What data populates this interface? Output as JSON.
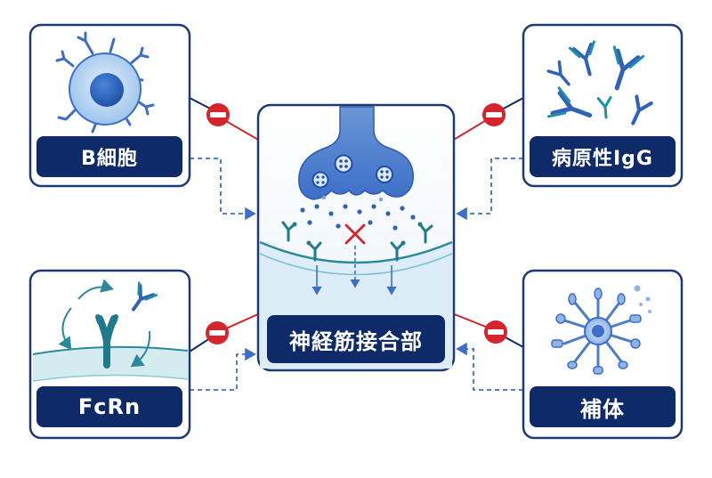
{
  "diagram": {
    "center_label": "神経筋接合部",
    "nodes": [
      {
        "id": "b_cell",
        "label": "B細胞"
      },
      {
        "id": "pathogenic_igg",
        "label": "病原性IgG"
      },
      {
        "id": "fcrn",
        "label": "FcRn"
      },
      {
        "id": "complement",
        "label": "補体"
      }
    ]
  },
  "colors": {
    "navy": "#0f2a68",
    "border": "#1d3a78",
    "accent_blue": "#3d6fc8",
    "light_blue": "#bcd6f2",
    "teal": "#1f7b8c",
    "inhibit_red": "#d6242c"
  },
  "icons": [
    "inhibit-icon",
    "block-x-icon",
    "antibody-icon",
    "receptor-icon"
  ]
}
